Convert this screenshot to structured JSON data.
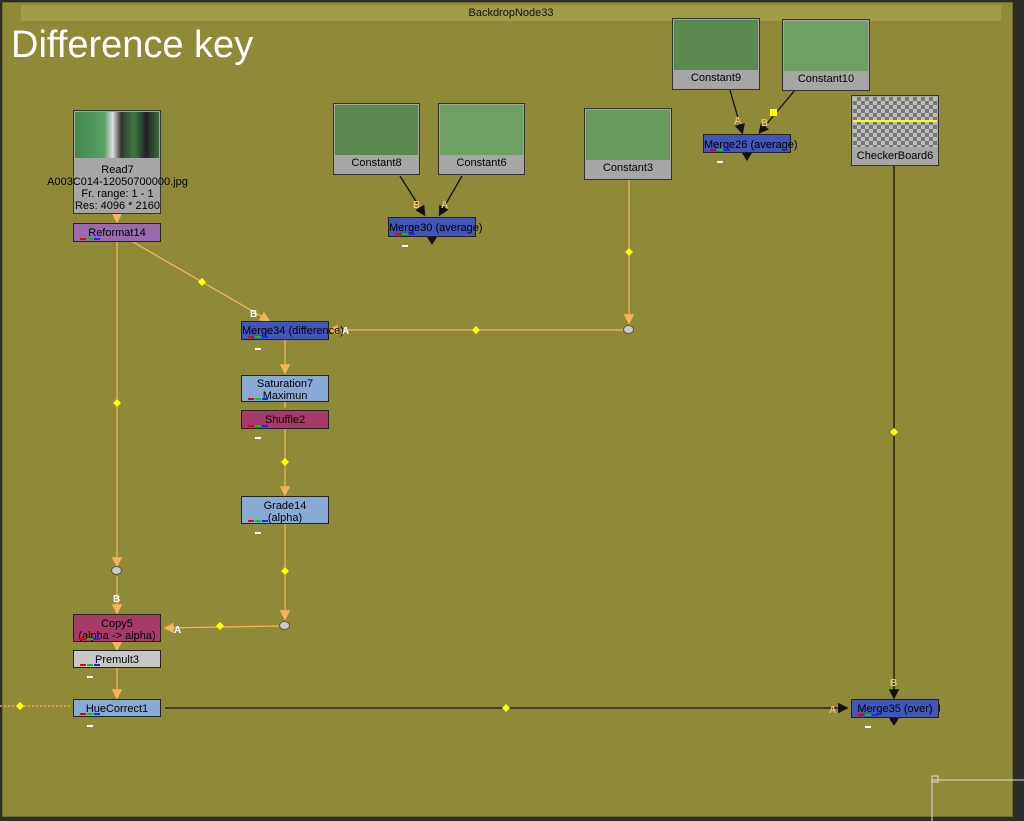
{
  "backdrop": {
    "title": "BackdropNode33",
    "label": "Difference key",
    "color": "#8e8a38"
  },
  "nodes": {
    "read7": {
      "name": "Read7",
      "file": "A003C014-12050700000.jpg",
      "range": "Fr. range: 1 - 1",
      "res": "Res: 4096 * 2160"
    },
    "reformat14": {
      "name": "Reformat14"
    },
    "constant8": {
      "name": "Constant8"
    },
    "constant6": {
      "name": "Constant6"
    },
    "merge30": {
      "name": "Merge30 (average)"
    },
    "constant3": {
      "name": "Constant3"
    },
    "constant9": {
      "name": "Constant9"
    },
    "constant10": {
      "name": "Constant10"
    },
    "merge26": {
      "name": "Merge26 (average)"
    },
    "checkerboard6": {
      "name": "CheckerBoard6"
    },
    "merge34": {
      "name": "Merge34 (difference)"
    },
    "saturation7": {
      "name": "Saturation7",
      "sub": "Maximun"
    },
    "shuffle2": {
      "name": "Shuffle2"
    },
    "grade14": {
      "name": "Grade14",
      "sub": "(alpha)"
    },
    "copy5": {
      "name": "Copy5",
      "sub": "(alpha -> alpha)"
    },
    "premult3": {
      "name": "Premult3"
    },
    "huecorrect1": {
      "name": "HueCorrect1"
    },
    "merge35": {
      "name": "Merge35 (over)"
    }
  },
  "input_labels": {
    "a": "A",
    "b": "B"
  },
  "colors": {
    "wire": "#f5b35a",
    "wire_dark": "#111111",
    "dot_yellow": "#ffff00",
    "merge_blue": "#4156b8",
    "color_node": "#8aaad6",
    "channel_node": "#a83a6a",
    "transform_node": "#9a6ab0",
    "premult_node": "#c8c8c8"
  },
  "icons": {
    "elbow_dot": "elbow-dot-icon",
    "arrow": "arrow-head-icon",
    "channel_chips": "channel-chips-icon"
  }
}
